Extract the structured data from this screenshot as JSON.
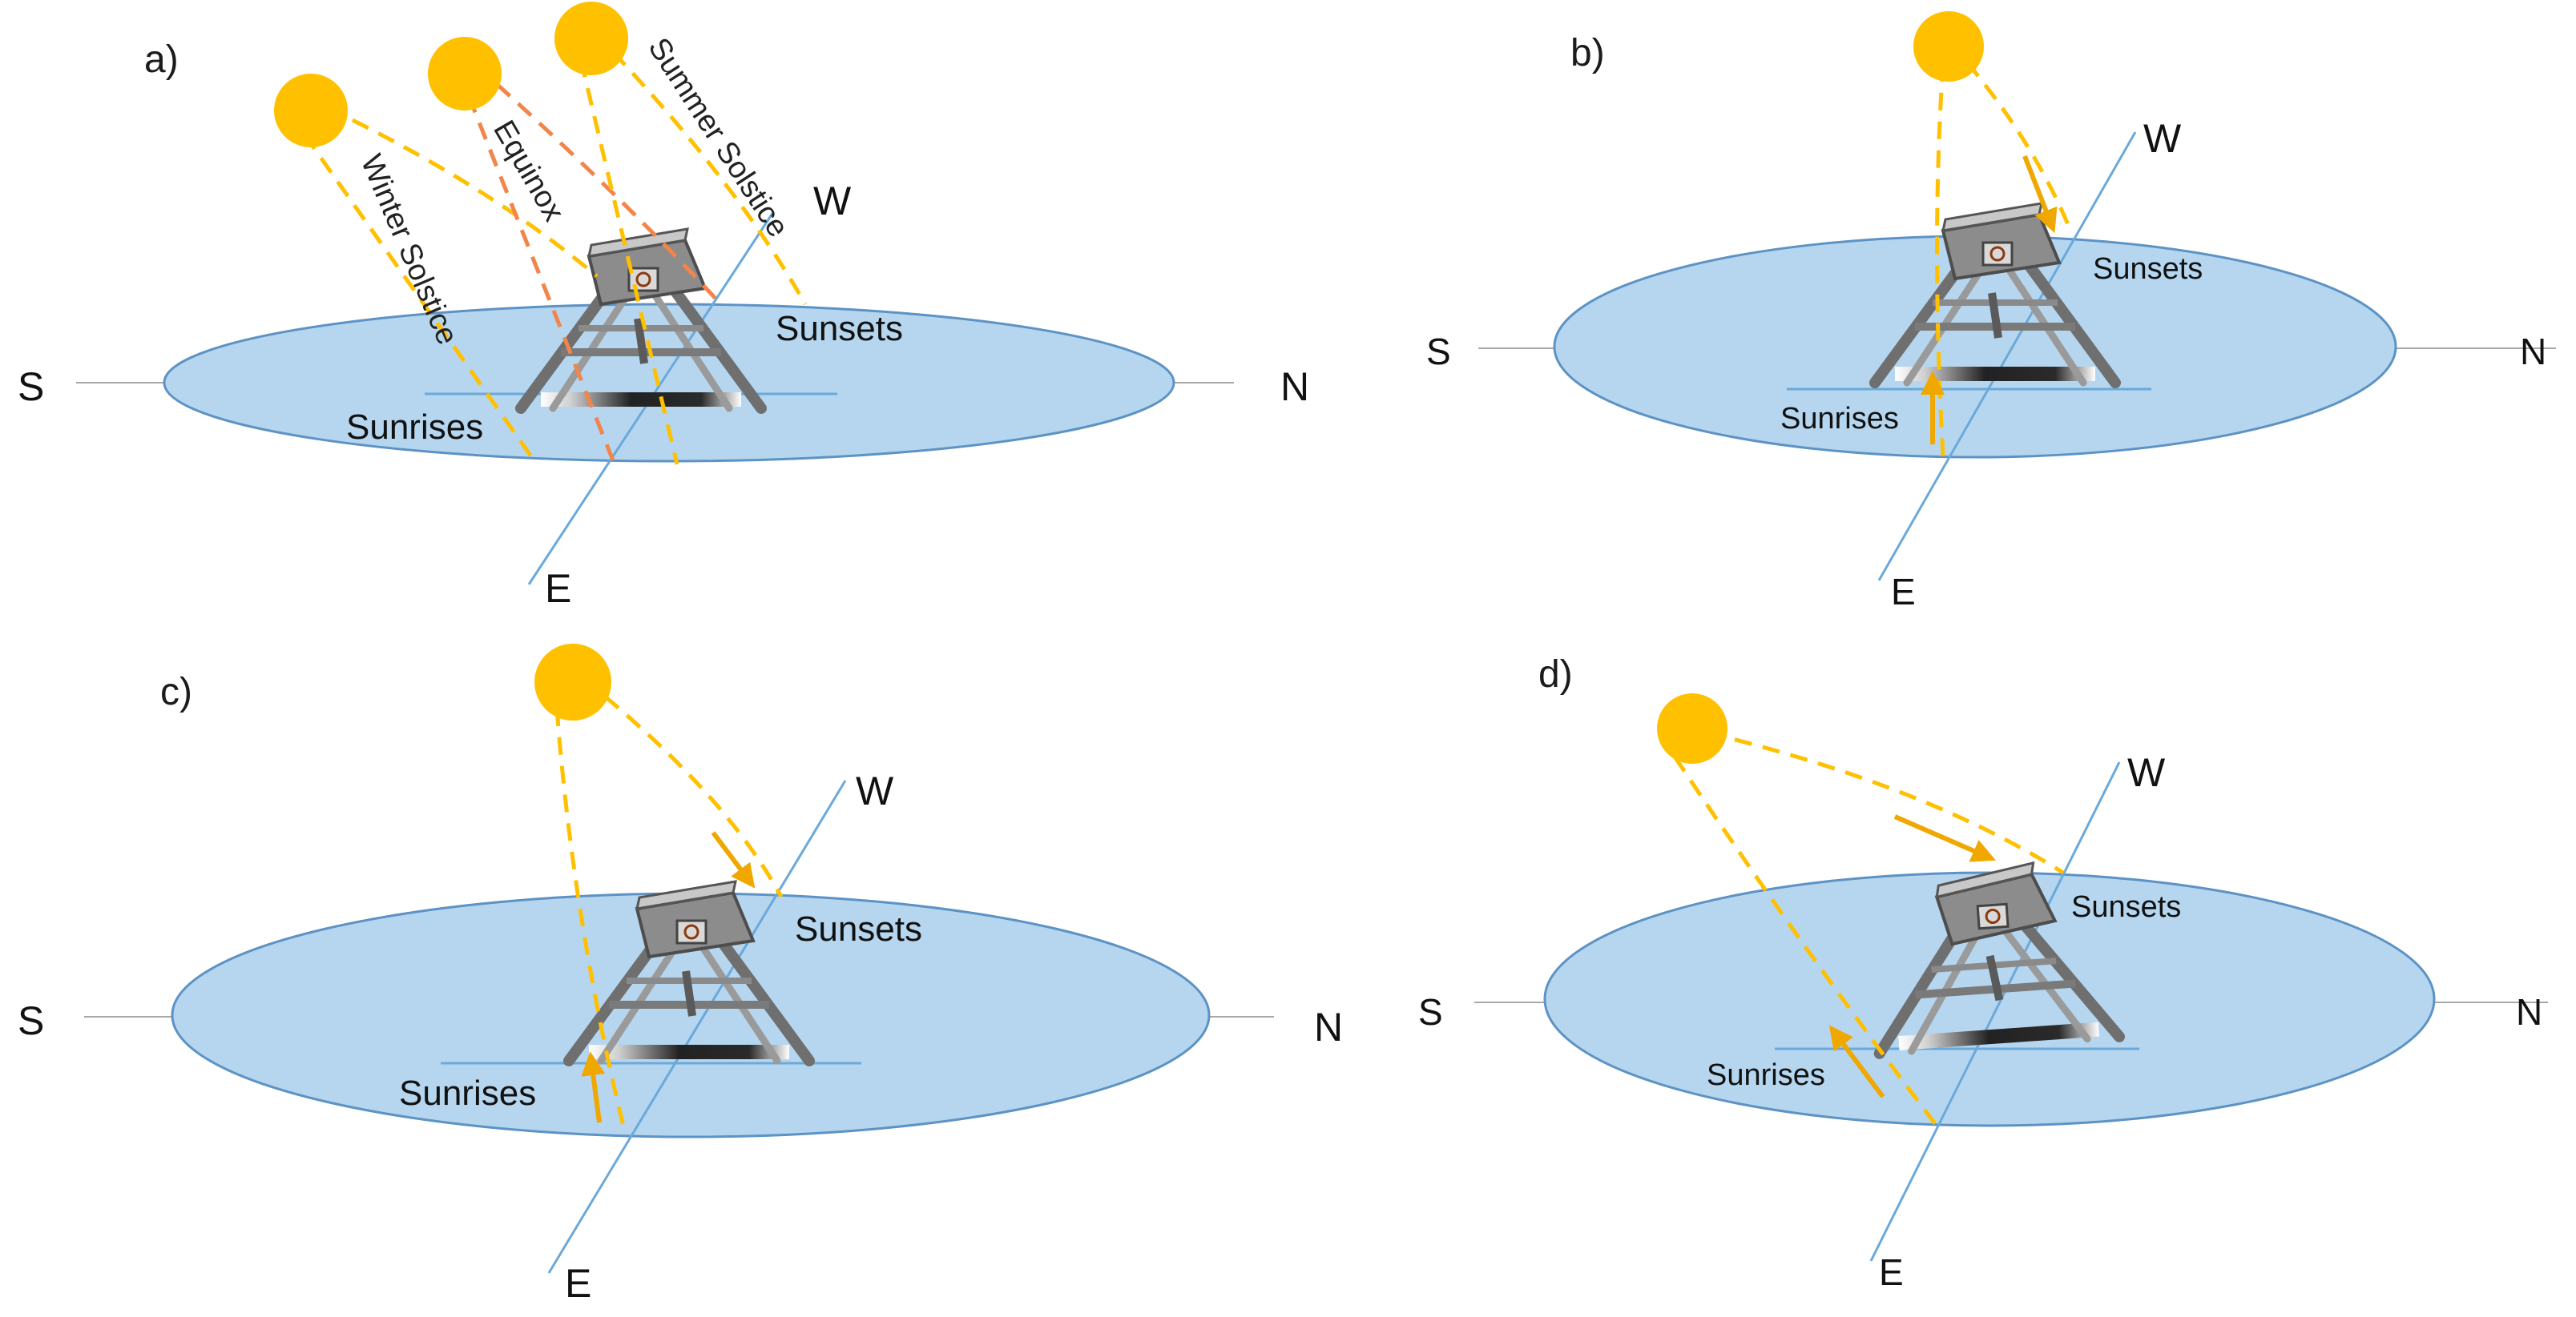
{
  "colors": {
    "ground_fill": "#b5d6ee",
    "ground_stroke": "#5d93c4",
    "axis_ew": "#6aa9db",
    "axis_ns": "#a8a8a8",
    "sun": "#ffc000",
    "ray": "#ffc000",
    "ray_equinox": "#f2854a",
    "arrow": "#f0a800",
    "frame": "#6f6f6f",
    "box": "#8c8c8c"
  },
  "icons": [
    "sun-icon",
    "solar-tracker-icon",
    "direction-arrow-icon"
  ],
  "panels": [
    {
      "label": "a)",
      "compass": {
        "s": "S",
        "n": "N",
        "e": "E",
        "w": "W"
      },
      "sunrise_label": "Sunrises",
      "sunset_label": "Sunsets",
      "season_labels": {
        "winter": "Winter Solstice",
        "equinox": "Equinox",
        "summer": "Summer Solstice"
      }
    },
    {
      "label": "b)",
      "compass": {
        "s": "S",
        "n": "N",
        "e": "E",
        "w": "W"
      },
      "sunrise_label": "Sunrises",
      "sunset_label": "Sunsets"
    },
    {
      "label": "c)",
      "compass": {
        "s": "S",
        "n": "N",
        "e": "E",
        "w": "W"
      },
      "sunrise_label": "Sunrises",
      "sunset_label": "Sunsets"
    },
    {
      "label": "d)",
      "compass": {
        "s": "S",
        "n": "N",
        "e": "E",
        "w": "W"
      },
      "sunrise_label": "Sunrises",
      "sunset_label": "Sunsets"
    }
  ]
}
